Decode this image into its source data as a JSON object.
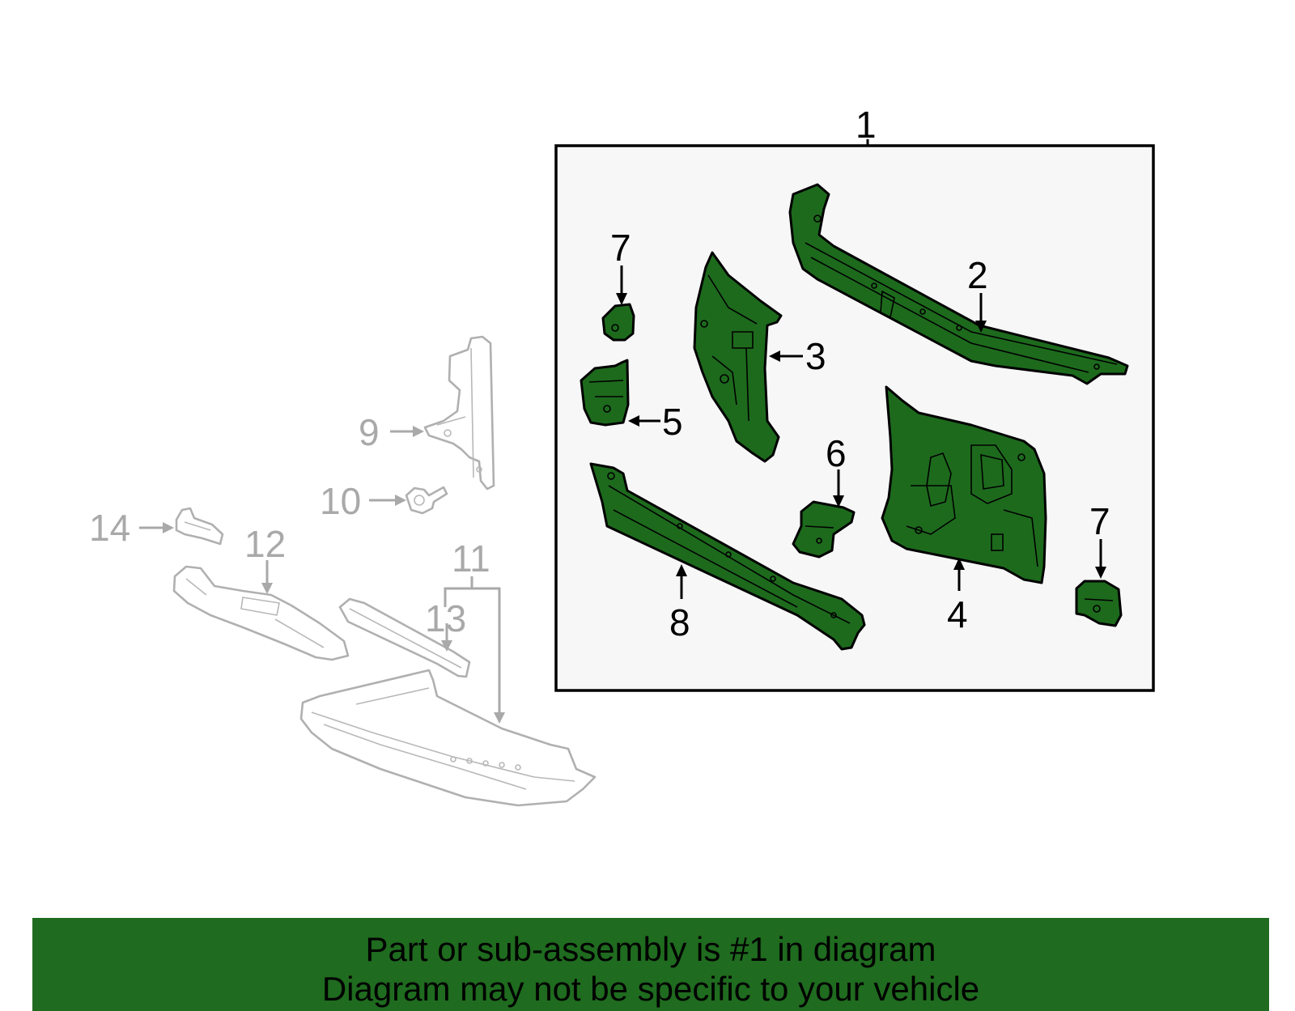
{
  "callouts": {
    "c1": "1",
    "c2": "2",
    "c3": "3",
    "c4": "4",
    "c5": "5",
    "c6": "6",
    "c7a": "7",
    "c7b": "7",
    "c8": "8",
    "c9": "9",
    "c10": "10",
    "c11": "11",
    "c12": "12",
    "c13": "13",
    "c14": "14"
  },
  "banner": {
    "line1": "Part or sub-assembly is #1 in diagram",
    "line2": "Diagram may not be specific to your vehicle"
  },
  "colors": {
    "highlight_part": "#1d6a1d",
    "banner_bg": "#1f6b1f",
    "dim_part": "#b0b0b0",
    "box_bg": "#f7f7f7"
  }
}
